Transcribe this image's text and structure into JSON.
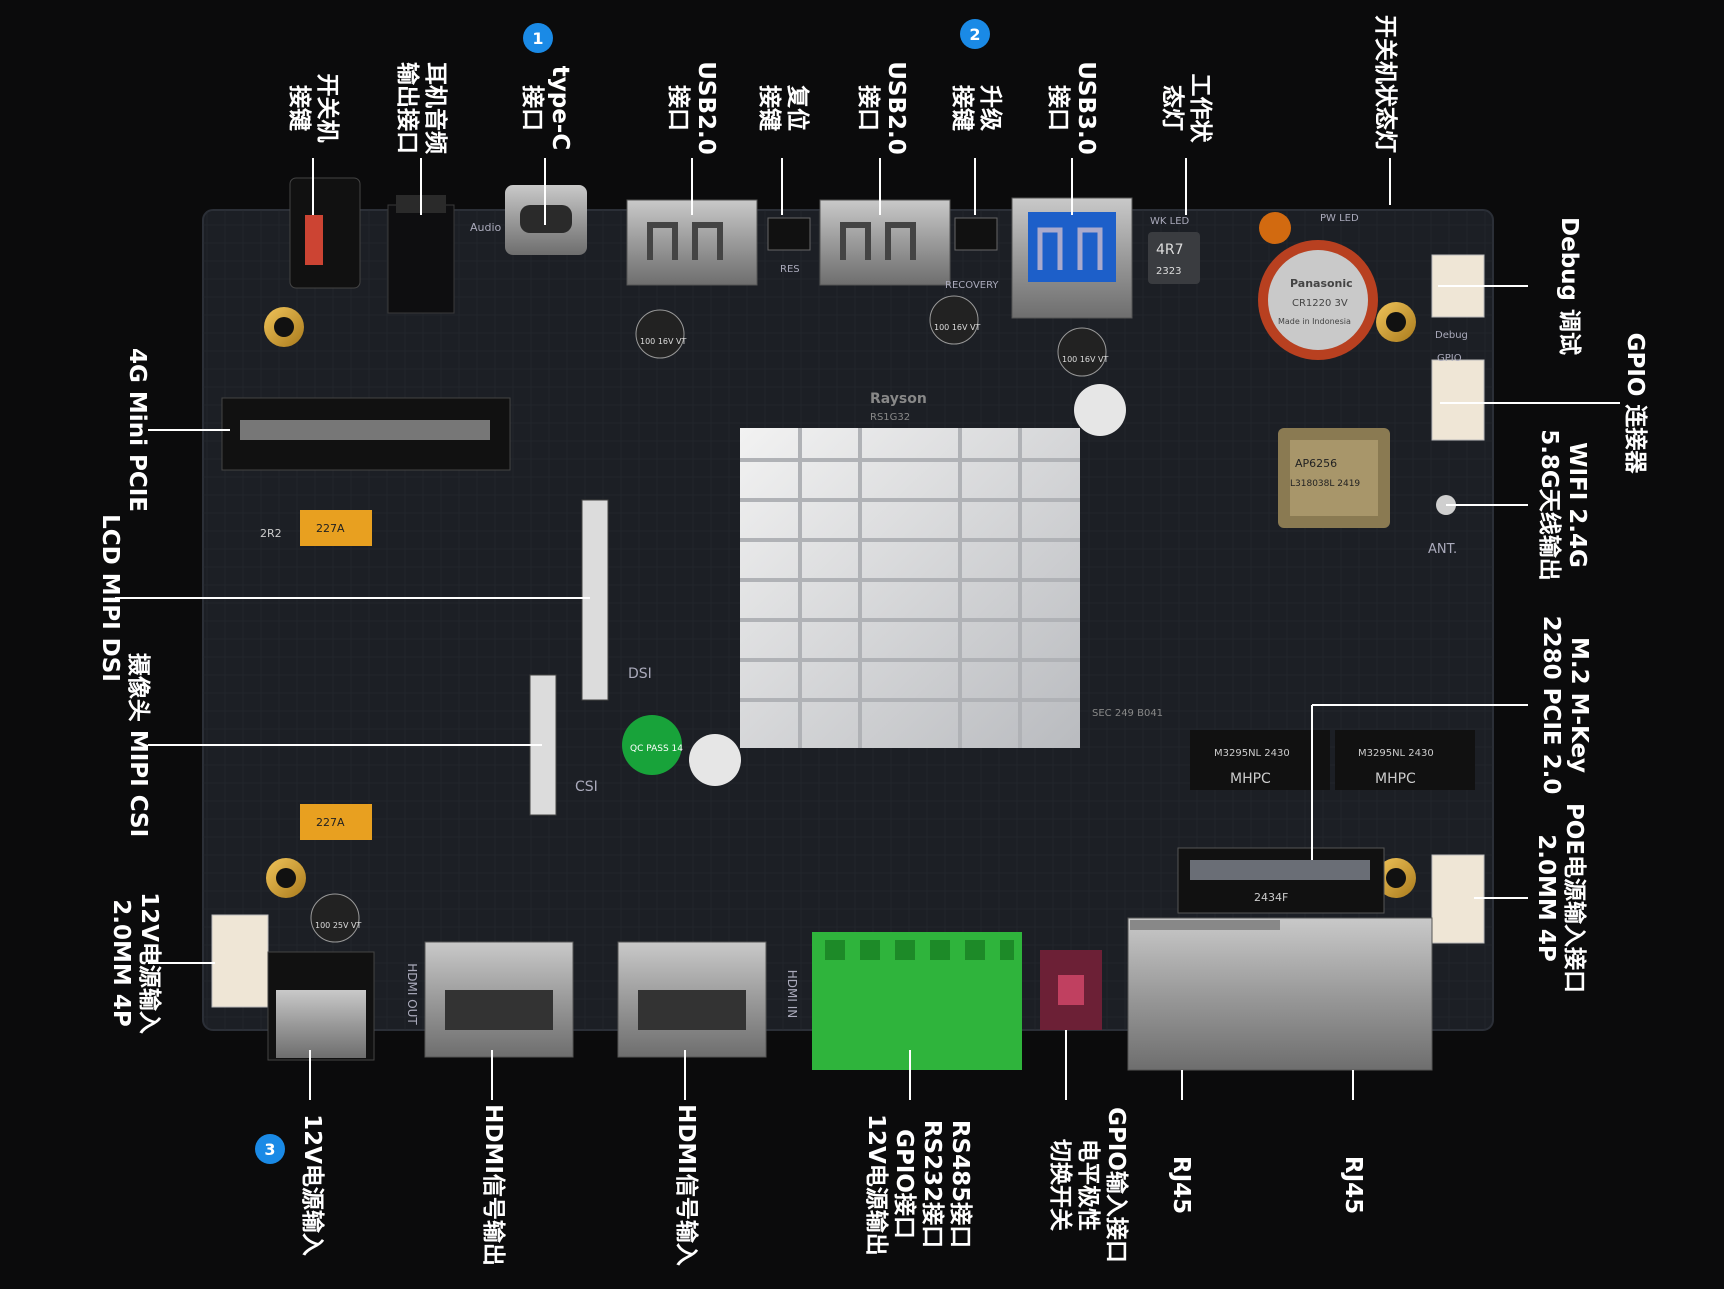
{
  "labels": {
    "power_button": [
      "开关机",
      "接键"
    ],
    "audio_out": [
      "耳机音频",
      "输出接口"
    ],
    "type_c": [
      "type-C",
      "接口"
    ],
    "usb2_left": [
      "USB2.0",
      "接口"
    ],
    "reset": [
      "复位",
      "接键"
    ],
    "usb2_right": [
      "USB2.0",
      "接口"
    ],
    "upgrade": [
      "升级",
      "接键"
    ],
    "usb3": [
      "USB3.0",
      "接口"
    ],
    "work_led": [
      "工作状",
      "态灯"
    ],
    "power_led": [
      "开关机状态灯"
    ],
    "mini_pcie": [
      "4G Mini PCIE"
    ],
    "lcd_dsi": [
      "LCD MIPI DSI"
    ],
    "camera_csi": [
      "摄像头 MIPI CSI"
    ],
    "power_in_4p": [
      "12V电源输入",
      "2.0MM 4P"
    ],
    "debug": [
      "Debug 调试"
    ],
    "gpio_conn": [
      "GPIO 连接器"
    ],
    "wifi": [
      "WIFI 2.4G",
      "5.8G天线输出"
    ],
    "m2": [
      "M.2 M-Key",
      "2280 PCIE 2.0"
    ],
    "poe": [
      "POE电源输入接口",
      "2.0MM 4P"
    ],
    "power_jack": [
      "12V电源输入"
    ],
    "hdmi_out": [
      "HDMI信号输出"
    ],
    "hdmi_in": [
      "HDMI信号输入"
    ],
    "rs485": [
      "RS485接口",
      "RS232接口",
      "GPIO接口",
      "12V电源输出"
    ],
    "gpio_level": [
      "GPIO输入接口",
      "电平极性",
      "切换开关"
    ],
    "rj45_left": [
      "RJ45"
    ],
    "rj45_right": [
      "RJ45"
    ]
  },
  "badges": [
    "1",
    "2",
    "3"
  ],
  "board": {
    "silkscreen": {
      "audio": "Audio",
      "res": "RES",
      "recovery": "RECOVERY",
      "wk_led": "WK LED",
      "pw_led": "PW LED",
      "debug": "Debug",
      "gpio": "GPIO",
      "ant": "ANT.",
      "dsi": "DSI",
      "csi": "CSI",
      "hdmi_out": "HDMI OUT",
      "hdmi_in": "HDMI IN",
      "qc": "QC PASS 14",
      "mhpc": "MHPC",
      "mhpc_part": "M3295NL 2430",
      "inductor": "4R7",
      "inductor_code": "2323",
      "cap_100_16": "100 16V VT",
      "cap_100_25": "100 25V VT",
      "tant": "227A",
      "r2r2": "2R2",
      "battery_brand": "Panasonic",
      "battery_model": "CR1220 3V",
      "battery_made": "Made in Indonesia",
      "wifi_chip": "AP6256",
      "wifi_chip_code": "L318038L 2419",
      "rayson": "Rayson",
      "rayson_code": "RS1G32",
      "m2_code": "2434F",
      "ram": "SEC 249 B041"
    },
    "colors": {
      "pcb": "#1c1f25",
      "heatsink": "#d9dadc",
      "green_terminal": "#2fb43c",
      "badge": "#1a8ae6",
      "qc_sticker": "#18a33a"
    }
  }
}
